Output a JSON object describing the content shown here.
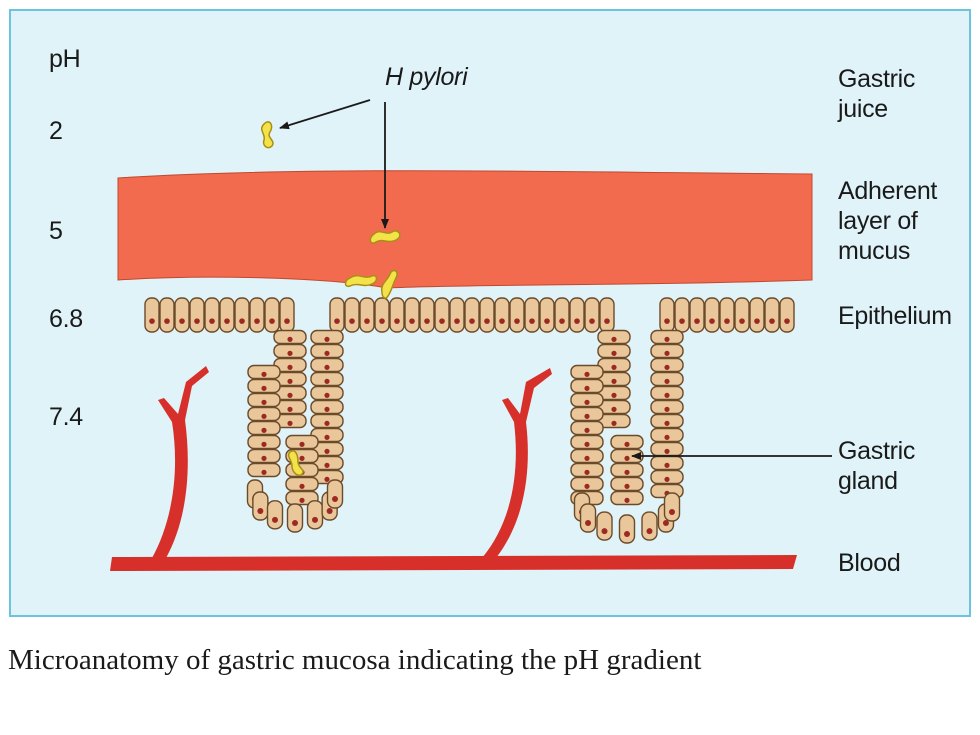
{
  "figure": {
    "ph_header": "pH",
    "ph_levels": [
      "2",
      "5",
      "6.8",
      "7.4"
    ],
    "bacterium_label": "H pylori",
    "layer_labels": [
      [
        "Gastric",
        "juice"
      ],
      [
        "Adherent",
        "layer of",
        "mucus"
      ],
      [
        "Epithelium"
      ],
      [
        "Gastric",
        "gland"
      ],
      [
        "Blood"
      ]
    ],
    "colors": {
      "background": "#dff3f9",
      "mucus": "#f26b4f",
      "cells": "#e9c79b",
      "nuclei": "#9c2a22",
      "blood": "#d7302a",
      "bacteria": "#f3e24a"
    }
  },
  "caption": "Microanatomy of gastric mucosa indicating the pH gradient"
}
